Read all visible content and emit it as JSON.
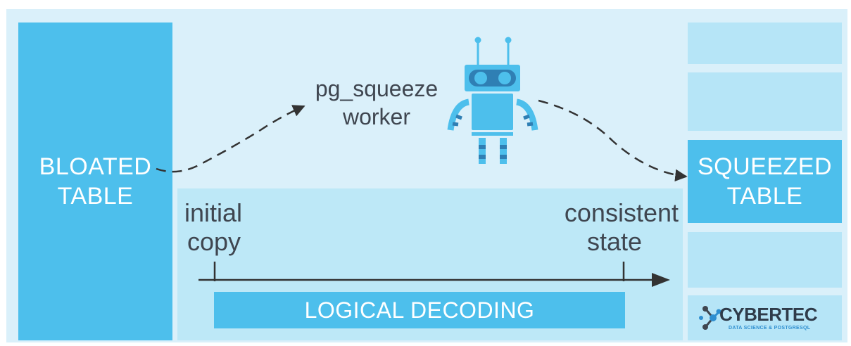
{
  "source_table": {
    "line1": "BLOATED",
    "line2": "TABLE"
  },
  "target_table": {
    "line1": "SQUEEZED",
    "line2": "TABLE"
  },
  "worker": {
    "line1": "pg_squeeze",
    "line2": "worker",
    "icon": "robot-icon"
  },
  "timeline": {
    "start_line1": "initial",
    "start_line2": "copy",
    "end_line1": "consistent",
    "end_line2": "state",
    "bar_label": "LOGICAL DECODING"
  },
  "logo": {
    "name": "CYBERTEC",
    "tagline": "DATA SCIENCE & POSTGRESQL",
    "icon": "cybertec-logo-icon"
  },
  "colors": {
    "background": "#daf0fa",
    "primary_block": "#4dbfec",
    "light_block": "#b6e5f7",
    "decoding_area": "#bde8f7",
    "text_dark": "#3f4650",
    "arrow": "#333333"
  }
}
